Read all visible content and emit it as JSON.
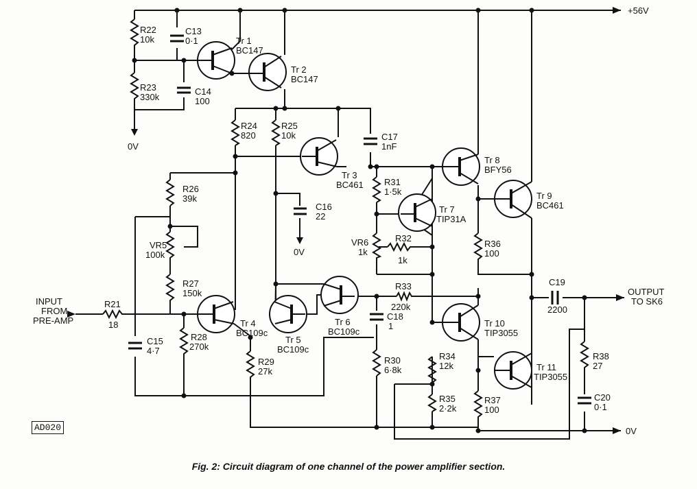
{
  "caption": "Fig. 2: Circuit diagram of one channel of the power amplifier section.",
  "figure_id": "AD020",
  "rails": {
    "positive": "+56V",
    "ground": "0V"
  },
  "input_label": [
    "INPUT",
    "FROM",
    "PRE-AMP"
  ],
  "output_label": [
    "OUTPUT",
    "TO SK6"
  ],
  "resistors": [
    {
      "ref": "R22",
      "value": "10k"
    },
    {
      "ref": "R23",
      "value": "330k"
    },
    {
      "ref": "R24",
      "value": "820"
    },
    {
      "ref": "R25",
      "value": "10k"
    },
    {
      "ref": "R26",
      "value": "39k"
    },
    {
      "ref": "VR5",
      "value": "100k"
    },
    {
      "ref": "R27",
      "value": "150k"
    },
    {
      "ref": "R21",
      "value": "18"
    },
    {
      "ref": "R28",
      "value": "270k"
    },
    {
      "ref": "R29",
      "value": "27k"
    },
    {
      "ref": "R30",
      "value": "6·8k"
    },
    {
      "ref": "R31",
      "value": "1·5k"
    },
    {
      "ref": "VR6",
      "value": "1k"
    },
    {
      "ref": "R32",
      "value": "1k"
    },
    {
      "ref": "R33",
      "value": "220k"
    },
    {
      "ref": "R34",
      "value": "12k"
    },
    {
      "ref": "R35",
      "value": "2·2k"
    },
    {
      "ref": "R36",
      "value": "100"
    },
    {
      "ref": "R37",
      "value": "100"
    },
    {
      "ref": "R38",
      "value": "27"
    }
  ],
  "capacitors": [
    {
      "ref": "C13",
      "value": "0·1"
    },
    {
      "ref": "C14",
      "value": "100"
    },
    {
      "ref": "C16",
      "value": "22"
    },
    {
      "ref": "C17",
      "value": "1nF"
    },
    {
      "ref": "C15",
      "value": "4·7"
    },
    {
      "ref": "C18",
      "value": "1"
    },
    {
      "ref": "C19",
      "value": "2200"
    },
    {
      "ref": "C20",
      "value": "0·1"
    }
  ],
  "transistors": [
    {
      "ref": "Tr 1",
      "type": "BC147"
    },
    {
      "ref": "Tr 2",
      "type": "BC147"
    },
    {
      "ref": "Tr 3",
      "type": "BC461"
    },
    {
      "ref": "Tr 4",
      "type": "BC109c"
    },
    {
      "ref": "Tr 5",
      "type": "BC109c"
    },
    {
      "ref": "Tr 6",
      "type": "BC109c"
    },
    {
      "ref": "Tr 7",
      "type": "TIP31A"
    },
    {
      "ref": "Tr 8",
      "type": "BFY56"
    },
    {
      "ref": "Tr 9",
      "type": "BC461"
    },
    {
      "ref": "Tr 10",
      "type": "TIP3055"
    },
    {
      "ref": "Tr 11",
      "type": "TIP3055"
    }
  ],
  "ground_taps": [
    "0V",
    "0V"
  ]
}
